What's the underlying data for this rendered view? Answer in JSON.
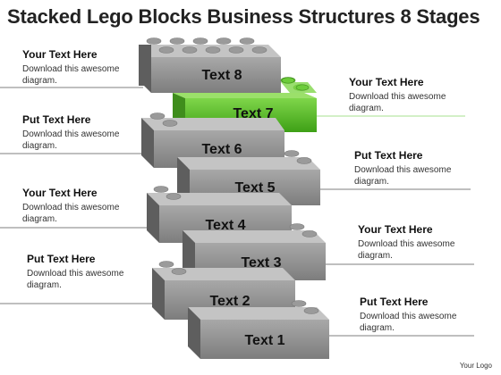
{
  "title": "Stacked Lego Blocks Business Structures 8 Stages",
  "blocks": [
    "Text 1",
    "Text 2",
    "Text 3",
    "Text 4",
    "Text 5",
    "Text 6",
    "Text 7",
    "Text 8"
  ],
  "notes": [
    {
      "heading": "Your Text Here",
      "body": "Download this awesome diagram."
    },
    {
      "heading": "Put Text Here",
      "body": "Download this awesome diagram."
    },
    {
      "heading": "Your Text Here",
      "body": "Download this awesome diagram."
    },
    {
      "heading": "Put Text Here",
      "body": "Download this awesome diagram."
    },
    {
      "heading": "Your Text Here",
      "body": "Download this awesome diagram."
    },
    {
      "heading": "Put Text Here",
      "body": "Download this awesome diagram."
    },
    {
      "heading": "Your Text Here",
      "body": "Download this awesome diagram."
    },
    {
      "heading": "Put Text Here",
      "body": "Download this awesome diagram."
    }
  ],
  "footer": "Your Logo",
  "colors": {
    "gray_face": "#8c8c8c",
    "gray_top": "#bcbcbc",
    "gray_side": "#5e5e5e",
    "green_face": "#5dbb2f",
    "green_top": "#9be06a",
    "green_side": "#3f8d1c",
    "line": "#555555",
    "green_line": "#8ad86a"
  }
}
